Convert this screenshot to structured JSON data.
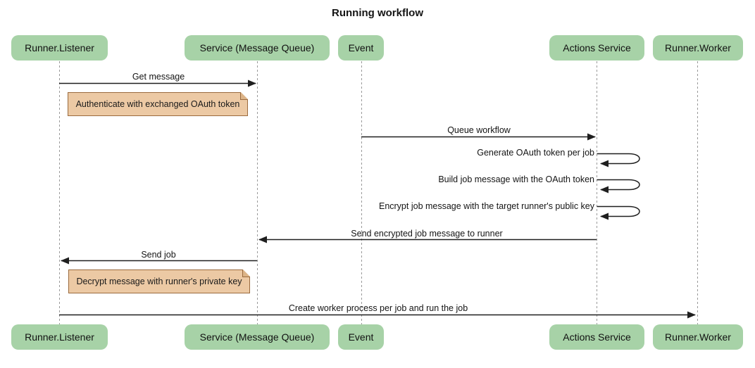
{
  "diagram": {
    "title": "Running workflow",
    "type": "sequence",
    "actors": [
      {
        "id": "runner-listener",
        "label": "Runner.Listener"
      },
      {
        "id": "service-message-queue",
        "label": "Service (Message Queue)"
      },
      {
        "id": "event",
        "label": "Event"
      },
      {
        "id": "actions-service",
        "label": "Actions Service"
      },
      {
        "id": "runner-worker",
        "label": "Runner.Worker"
      }
    ],
    "messages": [
      {
        "from": "Runner.Listener",
        "to": "Service (Message Queue)",
        "label": "Get message",
        "self": false
      },
      {
        "from": "Event",
        "to": "Actions Service",
        "label": "Queue workflow",
        "self": false
      },
      {
        "from": "Actions Service",
        "to": "Actions Service",
        "label": "Generate OAuth token per job",
        "self": true
      },
      {
        "from": "Actions Service",
        "to": "Actions Service",
        "label": "Build job message with the OAuth token",
        "self": true
      },
      {
        "from": "Actions Service",
        "to": "Actions Service",
        "label": "Encrypt job message with the target runner's public key",
        "self": true
      },
      {
        "from": "Actions Service",
        "to": "Service (Message Queue)",
        "label": "Send encrypted job message to runner",
        "self": false
      },
      {
        "from": "Service (Message Queue)",
        "to": "Runner.Listener",
        "label": "Send job",
        "self": false
      },
      {
        "from": "Runner.Listener",
        "to": "Runner.Worker",
        "label": "Create worker process per job and run the job",
        "self": false
      }
    ],
    "notes": [
      {
        "over": "Runner.Listener",
        "text": "Authenticate with exchanged OAuth token"
      },
      {
        "over": "Runner.Listener",
        "text": "Decrypt message with runner's private key"
      }
    ]
  },
  "colors": {
    "actor_fill": "#A7D2A7",
    "note_fill": "#ECC9A4",
    "note_border": "#9A6A3D",
    "note_fold": "#DCB488",
    "line": "#1F1F1F",
    "lifeline": "#999999",
    "text": "#141414",
    "bg": "#FFFFFF"
  }
}
